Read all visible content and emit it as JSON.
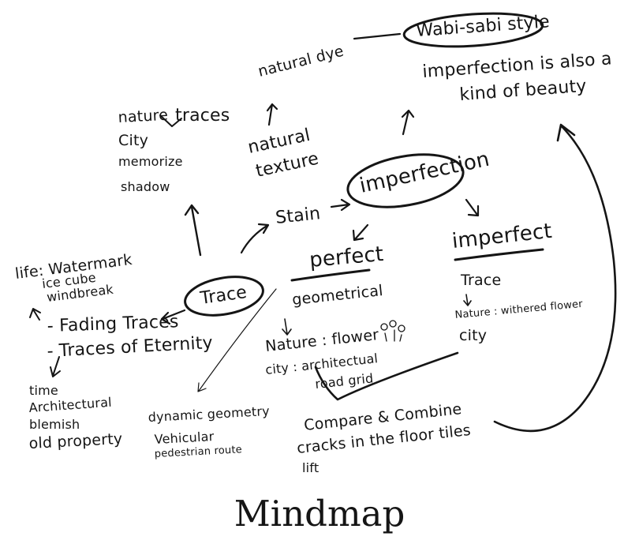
{
  "title": "Mindmap",
  "nodes": {
    "wabi_sabi": "Wabi-sabi style",
    "beauty_line1": "imperfection is also a",
    "beauty_line2": "kind of beauty",
    "natural_dye": "natural dye",
    "nature": "nature",
    "city": "City",
    "traces": "traces",
    "memorize": "memorize",
    "shadow": "shadow",
    "natural_texture_line1": "natural",
    "natural_texture_line2": "texture",
    "imperfection_center": "imperfection",
    "stain": "Stain",
    "perfect": "perfect",
    "geometrical": "geometrical",
    "perfect_nature": "Nature : flower",
    "perfect_city_line1": "city : architectual",
    "perfect_city_line2": "road grid",
    "imperfect": "imperfect",
    "imperfect_trace": "Trace",
    "imperfect_nature": "Nature : withered flower",
    "imperfect_city": "city",
    "trace": "Trace",
    "life_watermark": "life: Watermark",
    "ice_cube": "ice cube",
    "windbreak": "windbreak",
    "fading_traces": "- Fading Traces",
    "traces_eternity": "- Traces of Eternity",
    "time": "time",
    "architectural_blemish_line1": "Architectural",
    "architectural_blemish_line2": "blemish",
    "old_property": "old property",
    "dynamic_geometry": "dynamic geometry",
    "vehicular": "Vehicular",
    "pedestrian_route": "pedestrian route",
    "compare_combine": "Compare & Combine",
    "cracks": "cracks in the floor tiles",
    "lift": "lift"
  }
}
